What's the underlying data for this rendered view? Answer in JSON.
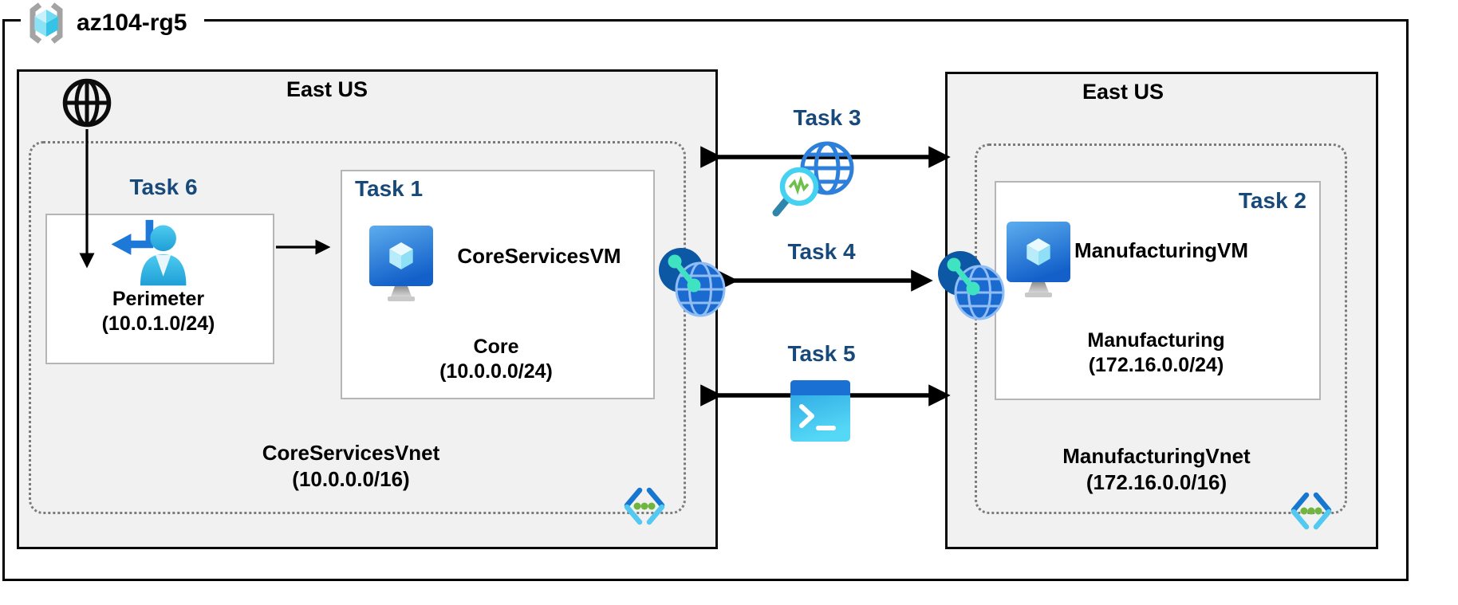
{
  "resource_group": {
    "name": "az104-rg5"
  },
  "left_region": {
    "name": "East US",
    "task6_label": "Task 6",
    "perimeter_name": "Perimeter",
    "perimeter_cidr": "(10.0.1.0/24)",
    "task1_label": "Task 1",
    "vm_name": "CoreServicesVM",
    "subnet_name": "Core",
    "subnet_cidr": "(10.0.0.0/24)",
    "vnet_name": "CoreServicesVnet",
    "vnet_cidr": "(10.0.0.0/16)"
  },
  "connections": {
    "task3_label": "Task 3",
    "task4_label": "Task 4",
    "task5_label": "Task 5"
  },
  "right_region": {
    "name": "East US",
    "task2_label": "Task 2",
    "vm_name": "ManufacturingVM",
    "subnet_name": "Manufacturing",
    "subnet_cidr": "(172.16.0.0/24)",
    "vnet_name": "ManufacturingVnet",
    "vnet_cidr": "(172.16.0.0/16)"
  },
  "icons": {
    "resource_group": "resource-group-cube-in-brackets",
    "internet": "globe-wireframe",
    "perimeter": "user-sign-in-arrow",
    "virtual_machine": "azure-vm-monitor-cube",
    "peering": "vnet-peering-globes",
    "task3": "network-watcher-globe-magnifier",
    "task5": "cloud-shell-terminal",
    "vnet": "code-brackets-green-dots"
  },
  "colors": {
    "task_label": "#17497b",
    "region_fill": "#f1f1f1",
    "azure_blue": "#1b6ad0",
    "light_cyan": "#45d2f0",
    "teal": "#3fe3c1",
    "green": "#6fb53e",
    "gray_border": "#b5b5b5"
  }
}
